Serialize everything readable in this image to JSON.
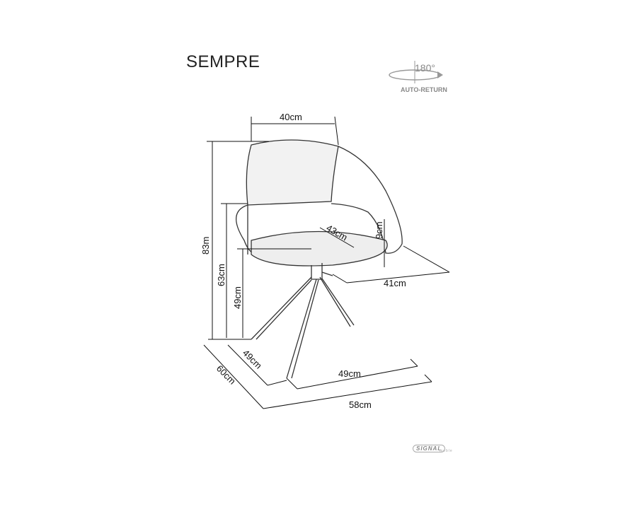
{
  "title": "SEMPRE",
  "rotation": {
    "degrees": "180°",
    "label": "AUTO-RETURN"
  },
  "dimensions": {
    "back_width": "40cm",
    "total_height": "83m",
    "arm_height": "63cm",
    "seat_height": "49cm",
    "seat_depth": "43cm",
    "arm_rise": "9cm",
    "seat_width": "41cm",
    "base_depth": "49cm",
    "total_depth": "60cm",
    "base_width": "49cm",
    "total_width": "58cm"
  },
  "brand": {
    "name": "SIGNAL",
    "sub": "meble"
  }
}
